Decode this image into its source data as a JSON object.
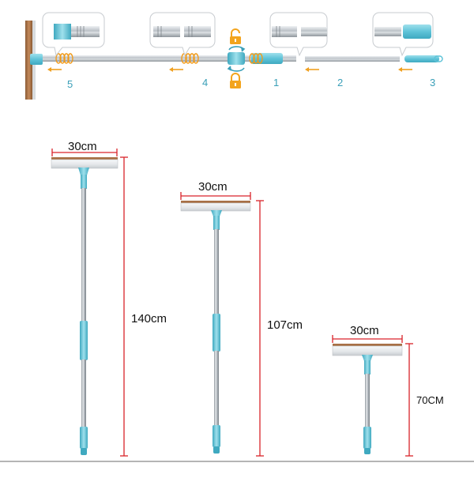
{
  "assembly_steps": [
    "1",
    "2",
    "3",
    "4",
    "5"
  ],
  "sizes": [
    {
      "width": "30cm",
      "length": "140cm"
    },
    {
      "width": "30cm",
      "length": "107cm"
    },
    {
      "width": "30cm",
      "length": "70CM"
    }
  ],
  "icons": {
    "lock": "lock-icon",
    "unlock": "unlock-icon",
    "rotate": "rotate-arrows-icon",
    "arrow": "arrow-left-icon"
  },
  "colors": {
    "accent_blue": "#6cc9dc",
    "step_blue": "#3a9fb8",
    "arrow_orange": "#f0a020",
    "spring_orange": "#f09a1a",
    "lock_orange": "#f3a41d",
    "measure_red": "#d9232a",
    "rubber_brown": "#a87045",
    "steel": "#c9ced3"
  }
}
